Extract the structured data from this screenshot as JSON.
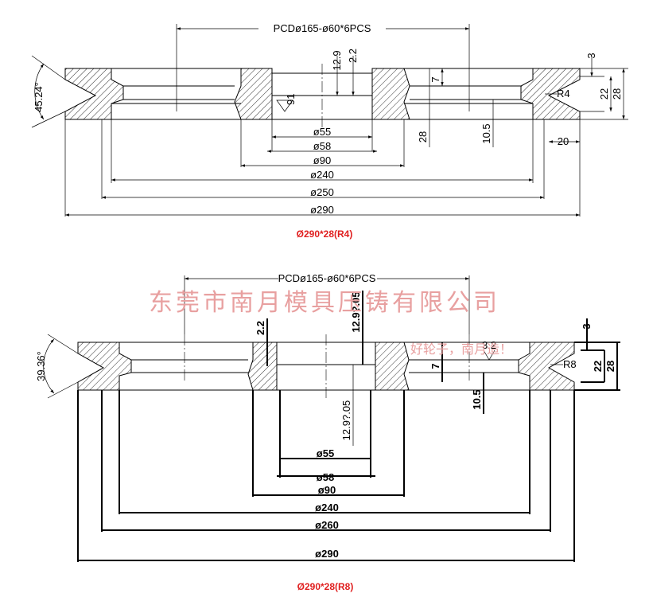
{
  "top": {
    "pcd": "PCDø165-ø60*6PCS",
    "angle": "45.24°",
    "d12_9": "12.9",
    "d2_2": "2.2",
    "d7": "7",
    "d3": "3",
    "d22": "22",
    "d28r": "28",
    "r4": "R4",
    "rough": "91",
    "d55": "ø55",
    "d58": "ø58",
    "d28c": "28",
    "d10_5": "10.5",
    "d20": "20",
    "d90": "ø90",
    "d240": "ø240",
    "d250": "ø250",
    "d290": "ø290",
    "caption": "Ø290*28(R4)"
  },
  "bottom": {
    "pcd": "PCDø165-ø60*6PCS",
    "angle": "39.36°",
    "d2_2": "2.2",
    "d12_9": "12.9?.05",
    "d12_9b": "12.9?.05",
    "d7": "7",
    "d3": "3",
    "d22": "22",
    "d28": "28",
    "r8": "R8",
    "rough": "3.2",
    "d10_5": "10.5",
    "d55": "ø55",
    "d58": "ø58",
    "d90": "ø90",
    "d240": "ø240",
    "d260": "ø260",
    "d290": "ø290",
    "caption": "Ø290*28(R8)"
  },
  "watermark": {
    "company": "东莞市南月模具压铸有限公司",
    "slogan": "好轮子，南月造！"
  }
}
